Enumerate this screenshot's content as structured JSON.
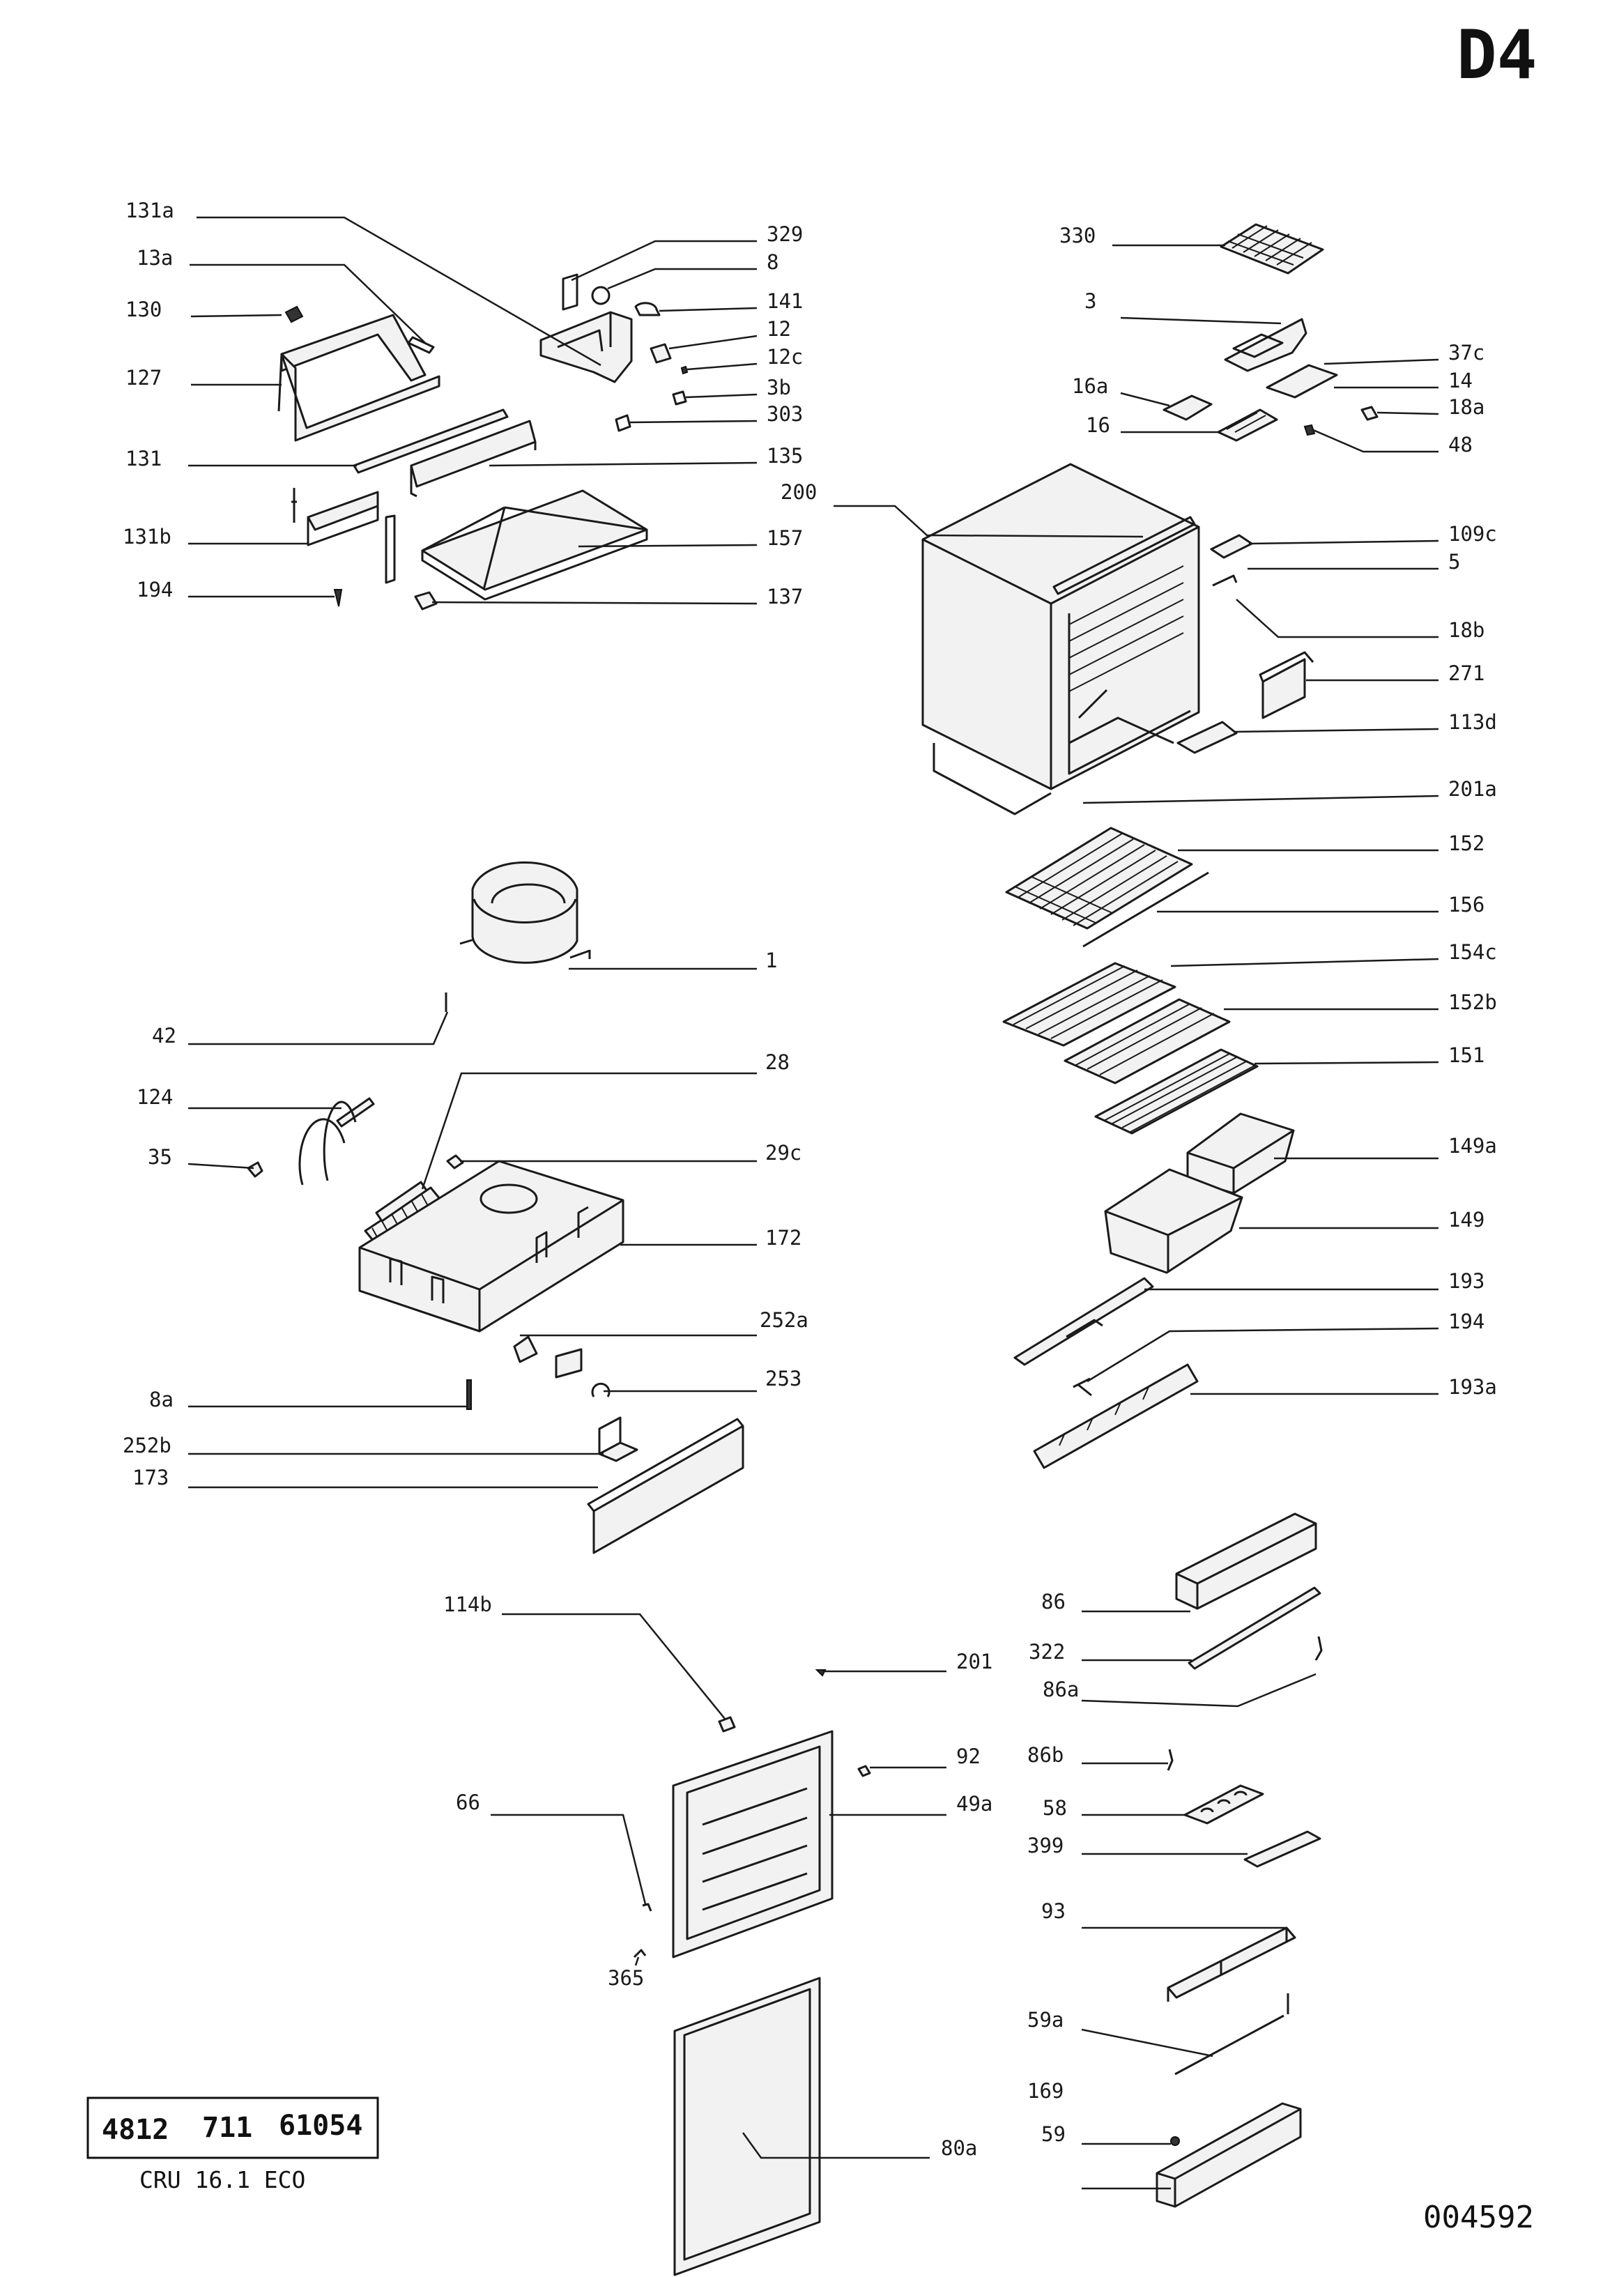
{
  "sheet": {
    "code": "D4",
    "serial": "004592",
    "part_number": [
      "4812",
      "711",
      "61054"
    ],
    "model": "CRU 16.1 ECO"
  },
  "labels": [
    {
      "id": "131a",
      "text": "131a"
    },
    {
      "id": "13a",
      "text": "13a"
    },
    {
      "id": "130",
      "text": "130"
    },
    {
      "id": "127",
      "text": "127"
    },
    {
      "id": "131",
      "text": "131"
    },
    {
      "id": "131b",
      "text": "131b"
    },
    {
      "id": "194-top",
      "text": "194"
    },
    {
      "id": "329",
      "text": "329"
    },
    {
      "id": "8",
      "text": "8"
    },
    {
      "id": "141",
      "text": "141"
    },
    {
      "id": "12",
      "text": "12"
    },
    {
      "id": "12c",
      "text": "12c"
    },
    {
      "id": "3b",
      "text": "3b"
    },
    {
      "id": "303",
      "text": "303"
    },
    {
      "id": "135",
      "text": "135"
    },
    {
      "id": "157",
      "text": "157"
    },
    {
      "id": "137",
      "text": "137"
    },
    {
      "id": "330",
      "text": "330"
    },
    {
      "id": "3",
      "text": "3"
    },
    {
      "id": "37c",
      "text": "37c"
    },
    {
      "id": "14",
      "text": "14"
    },
    {
      "id": "16a",
      "text": "16a"
    },
    {
      "id": "18a",
      "text": "18a"
    },
    {
      "id": "16",
      "text": "16"
    },
    {
      "id": "48",
      "text": "48"
    },
    {
      "id": "200",
      "text": "200"
    },
    {
      "id": "109c",
      "text": "109c"
    },
    {
      "id": "5",
      "text": "5"
    },
    {
      "id": "18b",
      "text": "18b"
    },
    {
      "id": "271",
      "text": "271"
    },
    {
      "id": "113d",
      "text": "113d"
    },
    {
      "id": "201a",
      "text": "201a"
    },
    {
      "id": "152",
      "text": "152"
    },
    {
      "id": "156",
      "text": "156"
    },
    {
      "id": "154c",
      "text": "154c"
    },
    {
      "id": "152b",
      "text": "152b"
    },
    {
      "id": "151",
      "text": "151"
    },
    {
      "id": "149a",
      "text": "149a"
    },
    {
      "id": "149",
      "text": "149"
    },
    {
      "id": "193",
      "text": "193"
    },
    {
      "id": "194-mid",
      "text": "194"
    },
    {
      "id": "193a",
      "text": "193a"
    },
    {
      "id": "1",
      "text": "1"
    },
    {
      "id": "42",
      "text": "42"
    },
    {
      "id": "28",
      "text": "28"
    },
    {
      "id": "124",
      "text": "124"
    },
    {
      "id": "35",
      "text": "35"
    },
    {
      "id": "29c",
      "text": "29c"
    },
    {
      "id": "172",
      "text": "172"
    },
    {
      "id": "252a",
      "text": "252a"
    },
    {
      "id": "253",
      "text": "253"
    },
    {
      "id": "8a",
      "text": "8a"
    },
    {
      "id": "252b",
      "text": "252b"
    },
    {
      "id": "173",
      "text": "173"
    },
    {
      "id": "114b",
      "text": "114b"
    },
    {
      "id": "201",
      "text": "201"
    },
    {
      "id": "92",
      "text": "92"
    },
    {
      "id": "49a",
      "text": "49a"
    },
    {
      "id": "66",
      "text": "66"
    },
    {
      "id": "365",
      "text": "365"
    },
    {
      "id": "80a",
      "text": "80a"
    },
    {
      "id": "86",
      "text": "86"
    },
    {
      "id": "322",
      "text": "322"
    },
    {
      "id": "86a",
      "text": "86a"
    },
    {
      "id": "86b",
      "text": "86b"
    },
    {
      "id": "58",
      "text": "58"
    },
    {
      "id": "399",
      "text": "399"
    },
    {
      "id": "93",
      "text": "93"
    },
    {
      "id": "59a",
      "text": "59a"
    },
    {
      "id": "169",
      "text": "169"
    },
    {
      "id": "59",
      "text": "59"
    }
  ]
}
